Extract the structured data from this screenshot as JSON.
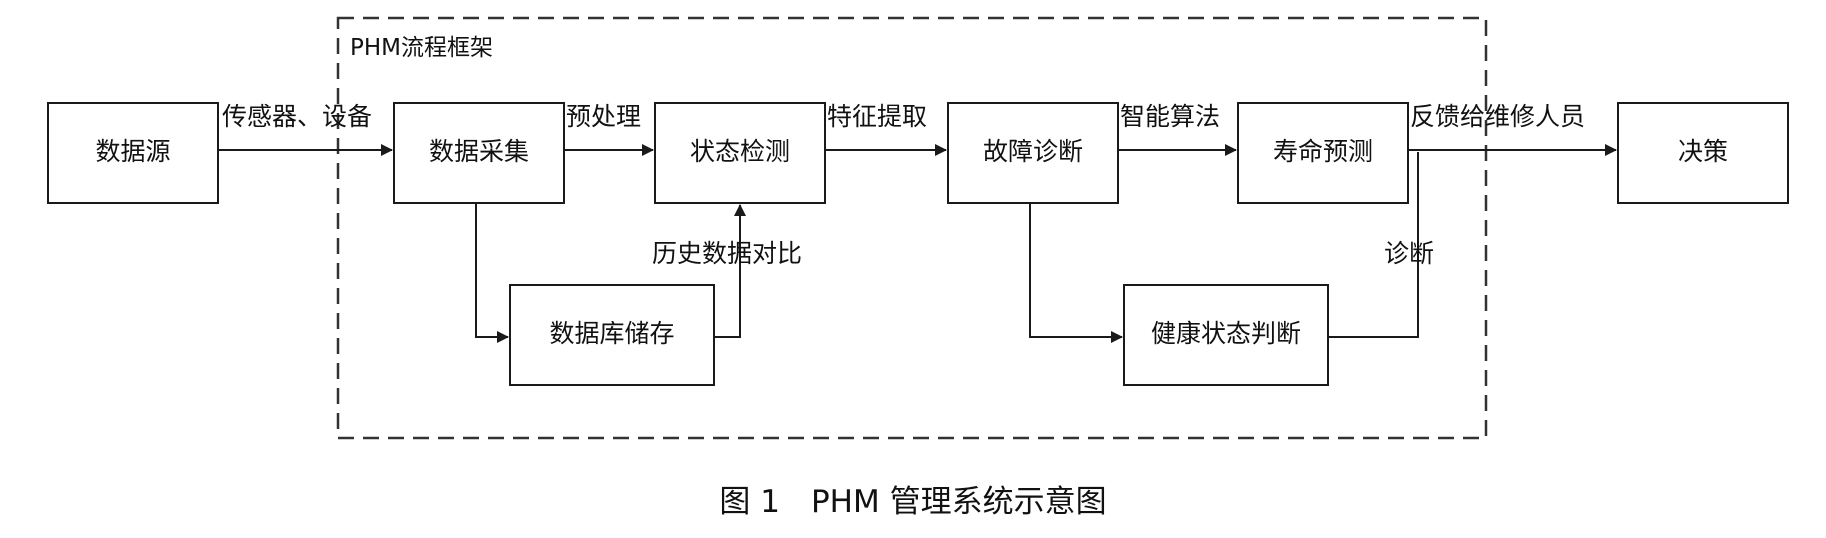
{
  "frame": {
    "title": "PHM流程框架"
  },
  "nodes": {
    "source": "数据源",
    "collect": "数据采集",
    "detect": "状态检测",
    "diagnose": "故障诊断",
    "predict": "寿命预测",
    "decision": "决策",
    "storage": "数据库储存",
    "health": "健康状态判断"
  },
  "edges": {
    "sensor": "传感器、设备",
    "preprocess": "预处理",
    "feature": "特征提取",
    "algorithm": "智能算法",
    "feedback": "反馈给维修人员",
    "history": "历史数据对比",
    "diag": "诊断"
  },
  "caption": "图 1　PHM 管理系统示意图"
}
